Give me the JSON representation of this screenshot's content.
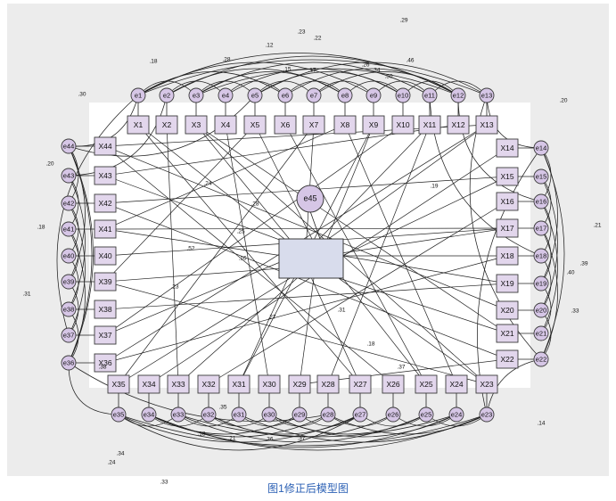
{
  "caption": "图1修正后模型图",
  "observed": {
    "top": [
      "X1",
      "X2",
      "X3",
      "X4",
      "X5",
      "X6",
      "X7",
      "X8",
      "X9",
      "X10",
      "X11",
      "X12",
      "X13"
    ],
    "right": [
      "X14",
      "X15",
      "X16",
      "X17",
      "X18",
      "X19",
      "X20",
      "X21",
      "X22"
    ],
    "bottom": [
      "X23",
      "X24",
      "X25",
      "X26",
      "X27",
      "X28",
      "X29",
      "X30",
      "X31",
      "X32",
      "X33",
      "X34",
      "X35"
    ],
    "left": [
      "X36",
      "X37",
      "X38",
      "X39",
      "X40",
      "X41",
      "X42",
      "X43",
      "X44"
    ]
  },
  "errors": {
    "top": [
      "e1",
      "e2",
      "e3",
      "e4",
      "e5",
      "e6",
      "e7",
      "e8",
      "e9",
      "e10",
      "e11",
      "e12",
      "e13"
    ],
    "right": [
      "e14",
      "e15",
      "e16",
      "e17",
      "e18",
      "e19",
      "e20",
      "e21",
      "e22"
    ],
    "bottom": [
      "e23",
      "e24",
      "e25",
      "e26",
      "e27",
      "e28",
      "e29",
      "e30",
      "e31",
      "e32",
      "e33",
      "e34",
      "e35"
    ],
    "left": [
      "e36",
      "e37",
      "e38",
      "e39",
      "e40",
      "e41",
      "e42",
      "e43",
      "e44"
    ]
  },
  "disturbance": "e45",
  "coefficients": [
    ".23",
    ".22",
    ".29",
    ".18",
    ".28",
    ".12",
    ".15",
    ".17",
    ".50",
    ".34",
    ".46",
    ".26",
    ".30",
    ".20",
    ".21",
    ".14",
    ".18",
    ".21",
    ".34",
    ".24",
    ".33",
    ".36",
    ".37",
    ".35",
    ".38",
    ".40",
    ".39",
    ".33",
    ".20",
    ".18",
    ".31",
    ".24",
    ".28",
    ".25",
    ".16",
    ".52",
    ".23",
    ".31",
    ".18",
    ".37",
    ".27",
    ".19"
  ],
  "colors": {
    "observed_fill": "#e2d6ec",
    "observed_stroke": "#3a3a3a",
    "error_fill": "#d6c6e6",
    "latent_fill": "#d8dcec",
    "line": "#222222",
    "caption": "#2a5fb4"
  }
}
